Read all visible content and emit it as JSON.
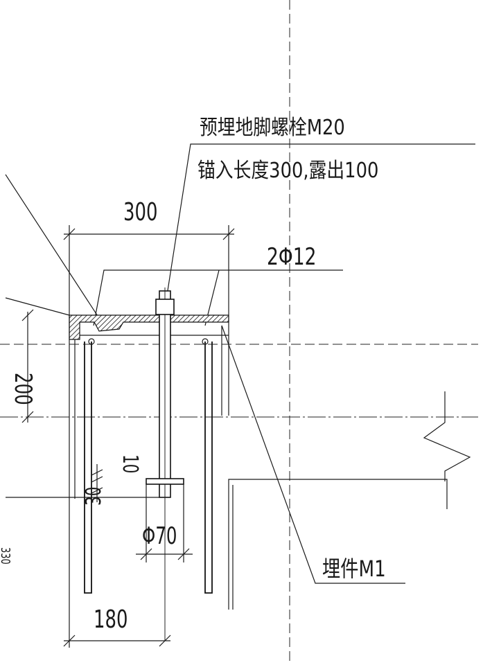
{
  "bolt_note": {
    "line1": "预埋地脚螺栓M20",
    "line2": "锚入长度300,露出100"
  },
  "rebar_note": "2Φ12",
  "embed_note": "埋件M1",
  "dims": {
    "top_width": "300",
    "bottom_width": "180",
    "left_height": "200",
    "spacing_10": "10",
    "spacing_30": "30",
    "plate_dia": "Φ70",
    "edge_fragment": "330"
  }
}
